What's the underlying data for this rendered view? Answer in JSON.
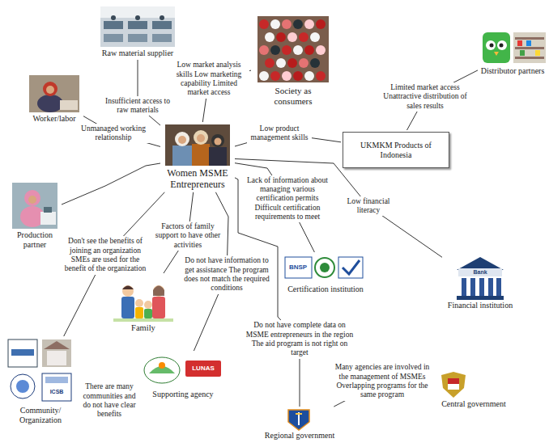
{
  "diagram": {
    "nodes": [
      {
        "text": [
          "Raw material supplier"
        ]
      },
      {
        "text": [
          "Society as consumers"
        ]
      },
      {
        "text": [
          "Distributor partners"
        ]
      },
      {
        "text": [
          "Worker/labor"
        ]
      },
      {
        "text": [
          "Women MSME Entrepreneurs"
        ]
      },
      {
        "text": [
          "UKMKM Products of Indonesia"
        ]
      },
      {
        "text": [
          "Production partner"
        ]
      },
      {
        "text": [
          "Certification institution"
        ]
      },
      {
        "text": [
          "Family"
        ]
      },
      {
        "text": [
          "Financial institution"
        ]
      },
      {
        "text": [
          "Supporting agency"
        ]
      },
      {
        "text": [
          "Community/ Organization"
        ]
      },
      {
        "text": [
          "Central government"
        ]
      },
      {
        "text": [
          "Regional government"
        ]
      }
    ],
    "edges": [
      {
        "from": 4,
        "to": 0,
        "label": "Insufficient access to raw materials",
        "arrow": "none"
      },
      {
        "from": 4,
        "to": 1,
        "label": "Low market analysis skills Low marketing capability Limited market access",
        "arrow": "none"
      },
      {
        "from": 4,
        "to": 3,
        "label": "Unmanaged working relationship",
        "arrow": "none"
      },
      {
        "from": 4,
        "to": 6,
        "arrow": "none"
      },
      {
        "from": 4,
        "to": 5,
        "label": "Low product management skills",
        "arrow": "none"
      },
      {
        "from": 5,
        "to": 2,
        "label": "Limited market access Unattractive distribution of sales results",
        "arrow": "none"
      },
      {
        "from": 4,
        "to": 7,
        "label": "Lack of information about managing various certification permits Difficult certification requirements to meet",
        "arrow": "none"
      },
      {
        "from": 4,
        "to": 9,
        "label": "Low financial literacy",
        "arrow": "none"
      },
      {
        "from": 4,
        "to": 8,
        "label": "Factors of family support to have other activities",
        "arrow": "none"
      },
      {
        "from": 4,
        "to": 11,
        "label": "Don't see the benefits of joining an organization SMEs are used for the benefit of the organization",
        "arrow": "none"
      },
      {
        "from": 4,
        "to": 10,
        "label": "Do not have information to get assistance The program does not match the required conditions",
        "arrow": "none"
      },
      {
        "from": 4,
        "to": 13,
        "label": "Do not have complete data on MSME entrepreneurs in the region The aid program is not right on target",
        "arrow": "none"
      },
      {
        "from": 13,
        "to": 12,
        "label": "Many agencies are involved in the management of MSMEs Overlapping programs for the same program",
        "arrow": "none"
      }
    ],
    "labels": [
      "There are many communities and do not have clear benefits",
      "BNSP",
      "LUNAS",
      "Bank",
      "ICSB"
    ]
  }
}
